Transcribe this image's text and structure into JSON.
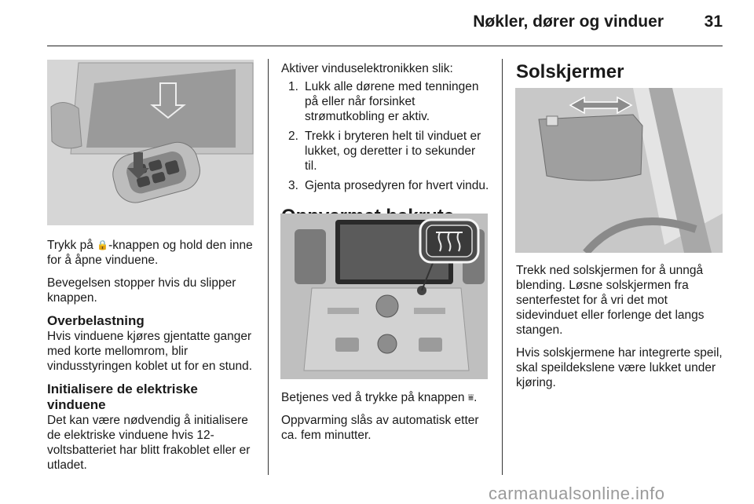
{
  "header": {
    "title": "Nøkler, dører og vinduer",
    "page_number": "31"
  },
  "column1": {
    "para1_pre": "Trykk på ",
    "para1_icon": "🔒",
    "para1_post": "-knappen og hold den inne for å åpne vinduene.",
    "para2": "Bevegelsen stopper hvis du slipper knappen.",
    "overload": {
      "heading": "Overbelastning",
      "text": "Hvis vinduene kjøres gjentatte ganger med korte mellomrom, blir vindusstyringen koblet ut for en stund."
    },
    "init": {
      "heading": "Initialisere de elektriske vinduene",
      "text": "Det kan være nødvendig å initialisere de elektriske vinduene hvis 12-voltsbatteriet har blitt frakoblet eller er utladet."
    }
  },
  "column2": {
    "intro": "Aktiver vinduselektronikken slik:",
    "steps": [
      {
        "num": "1.",
        "text": "Lukk alle dørene med tenningen på eller når forsinket strømutkobling er aktiv."
      },
      {
        "num": "2.",
        "text": "Trekk i bryteren helt til vinduet er lukket, og deretter i to sekunder til."
      },
      {
        "num": "3.",
        "text": "Gjenta prosedyren for hvert vindu."
      }
    ],
    "heated_rear": {
      "title": "Oppvarmet bakrute",
      "para1_pre": "Betjenes ved å trykke på knappen ",
      "para1_icon": "⩸",
      "para1_post": ".",
      "para2": "Oppvarming slås av automatisk etter ca. fem minutter."
    }
  },
  "column3": {
    "title": "Solskjermer",
    "para1": "Trekk ned solskjermen for å unngå blending. Løsne solskjermen fra senterfestet for å vri det mot sidevinduet eller forlenge det langs stangen.",
    "para2": "Hvis solskjermene har integrerte speil, skal speildekslene være lukket under kjøring."
  },
  "watermark": "carmanualsonline.info"
}
